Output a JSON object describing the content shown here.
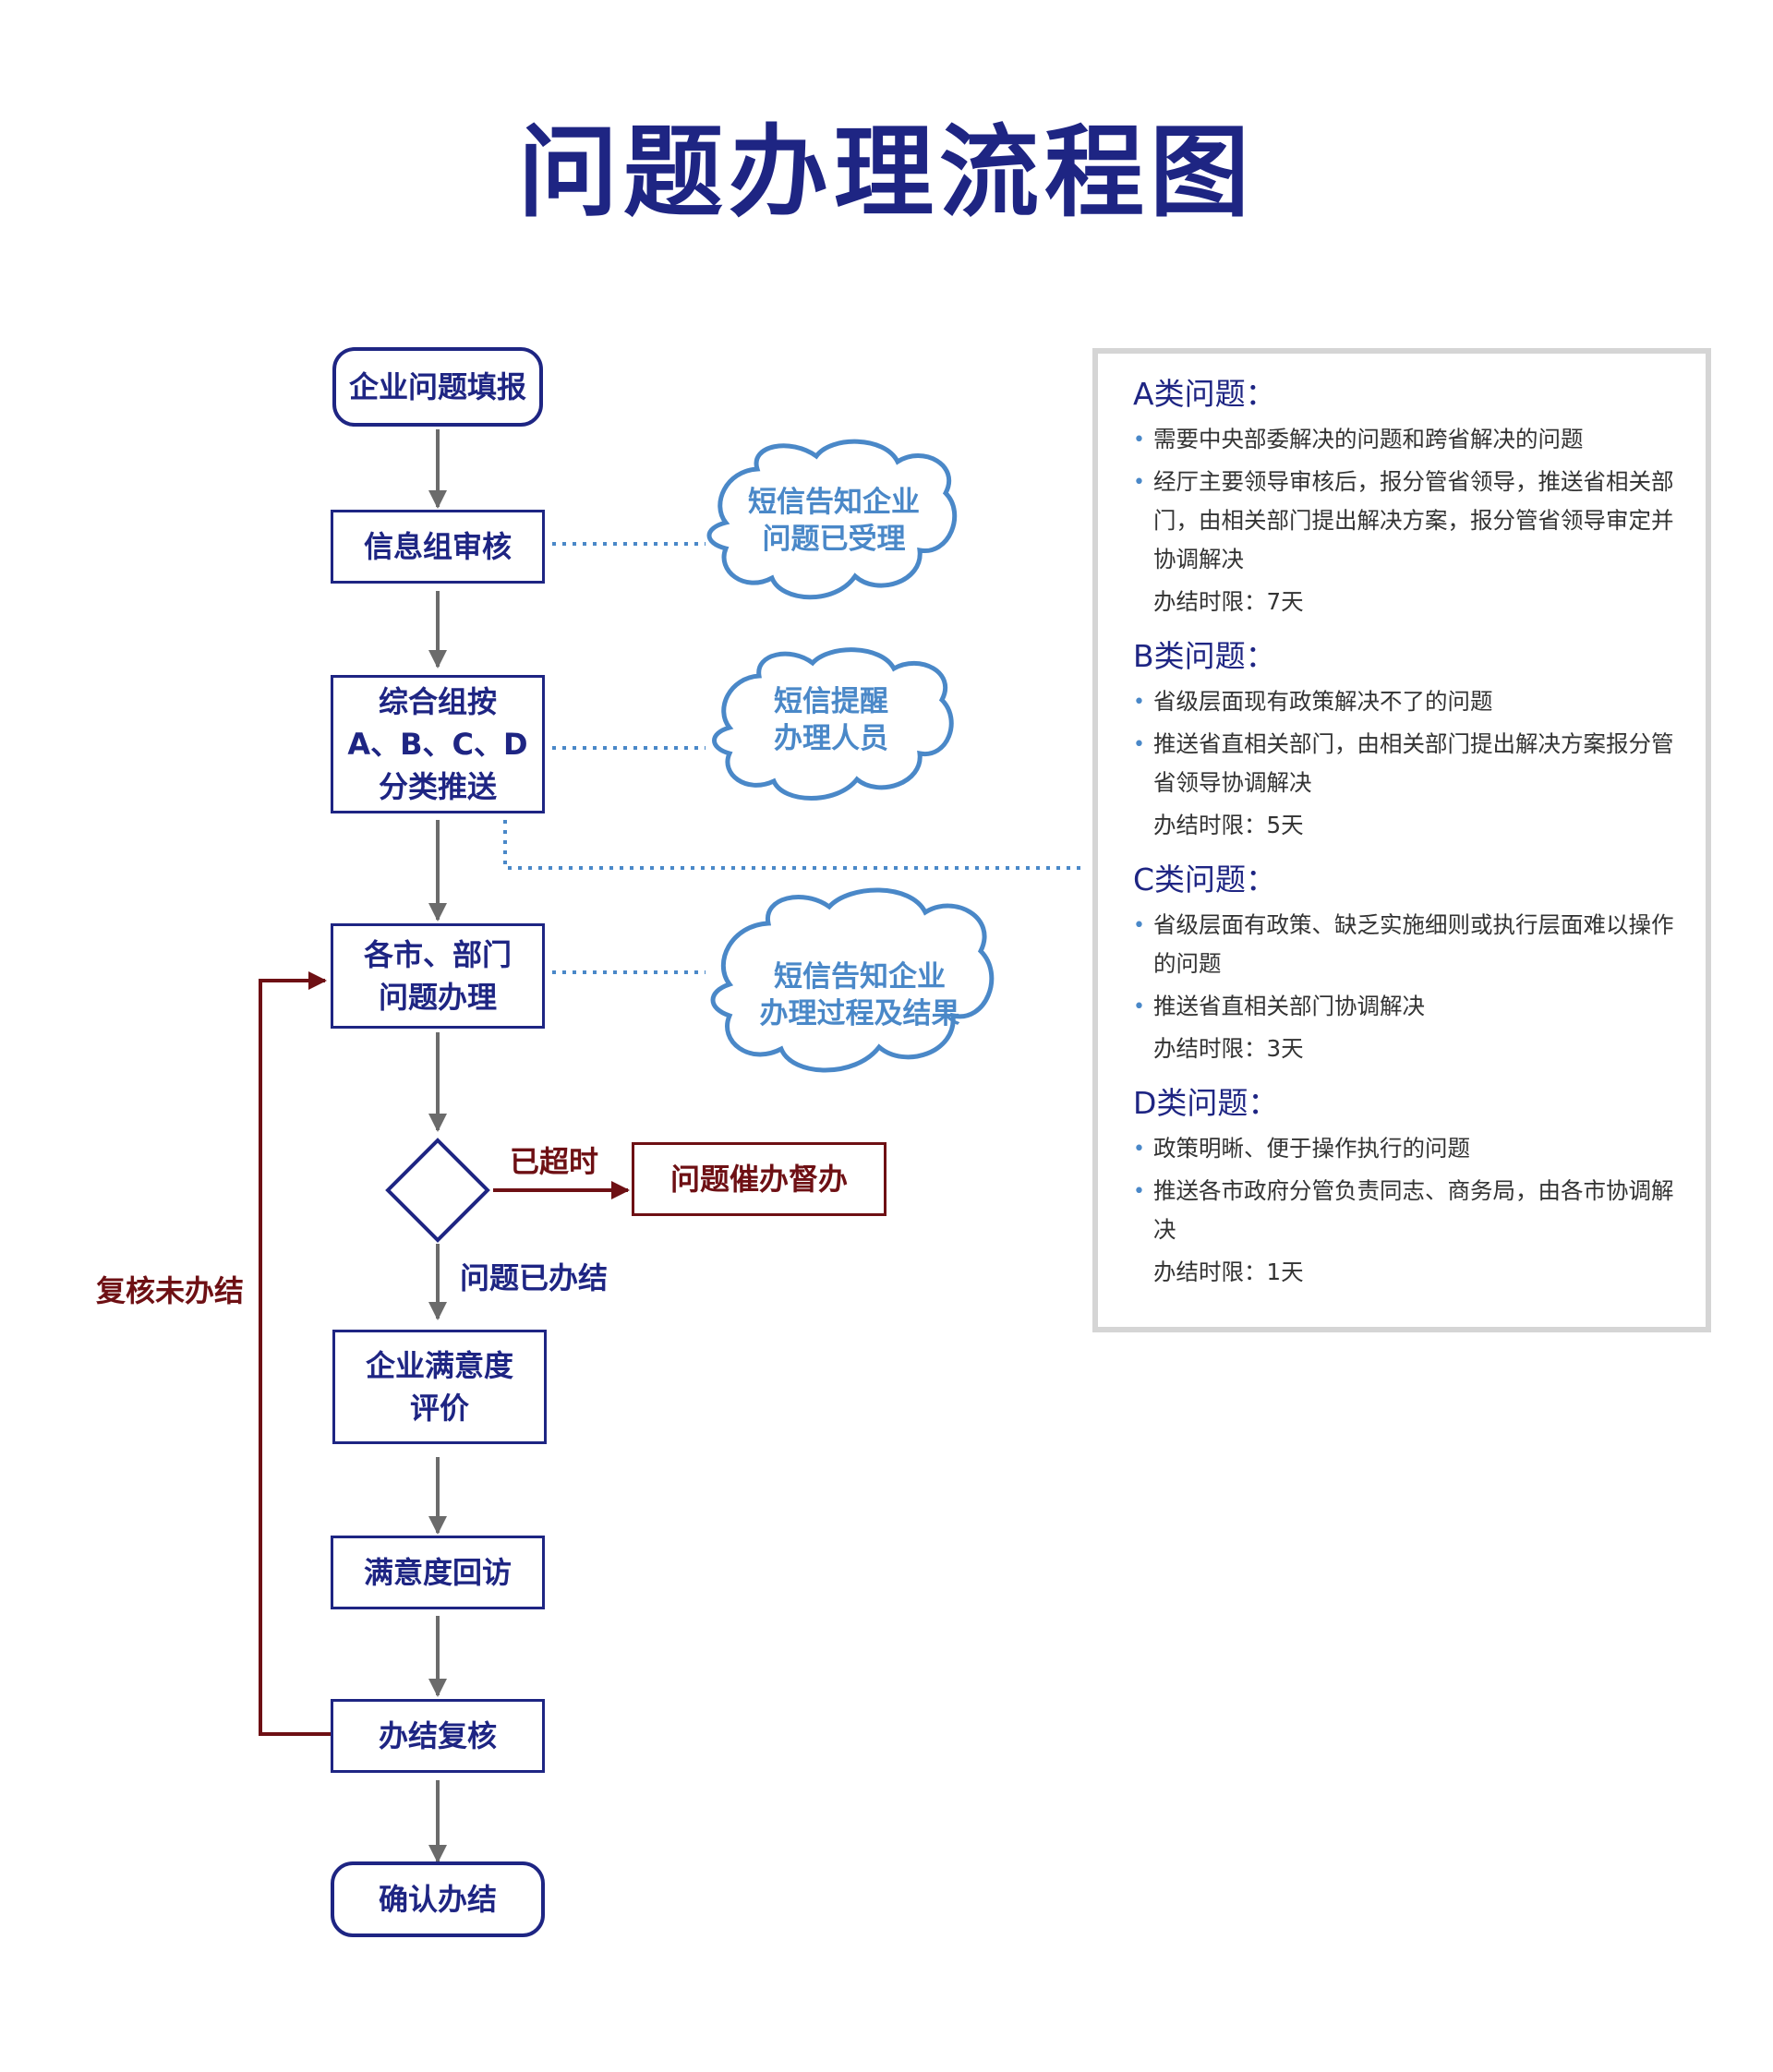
{
  "title": "问题办理流程图",
  "nodes": {
    "start": "企业问题填报",
    "review": "信息组审核",
    "classify": [
      "综合组按",
      "A、B、C、D",
      "分类推送"
    ],
    "handle": [
      "各市、部门",
      "问题办理"
    ],
    "urge": "问题催办督办",
    "evaluate": [
      "企业满意度",
      "评价"
    ],
    "revisit": "满意度回访",
    "recheck": "办结复核",
    "end": "确认办结"
  },
  "clouds": {
    "sms_accepted": [
      "短信告知企业",
      "问题已受理"
    ],
    "sms_remind": [
      "短信提醒",
      "办理人员"
    ],
    "sms_result": [
      "短信告知企业",
      "办理过程及结果"
    ]
  },
  "labels": {
    "overtime": "已超时",
    "resolved": "问题已办结",
    "not_resolved": "复核未办结"
  },
  "categories": [
    {
      "title": "A类问题：",
      "bullets": [
        "需要中央部委解决的问题和跨省解决的问题",
        "经厅主要领导审核后，报分管省领导，推送省相关部门，由相关部门提出解决方案，报分管省领导审定并协调解决"
      ],
      "limit": "办结时限：7天"
    },
    {
      "title": "B类问题：",
      "bullets": [
        "省级层面现有政策解决不了的问题",
        "推送省直相关部门，由相关部门提出解决方案报分管省领导协调解决"
      ],
      "limit": "办结时限：5天"
    },
    {
      "title": "C类问题：",
      "bullets": [
        "省级层面有政策、缺乏实施细则或执行层面难以操作的问题",
        "推送省直相关部门协调解决"
      ],
      "limit": "办结时限：3天"
    },
    {
      "title": "D类问题：",
      "bullets": [
        "政策明晰、便于操作执行的问题",
        "推送各市政府分管负责同志、商务局，由各市协调解决"
      ],
      "limit": "办结时限：1天"
    }
  ],
  "colors": {
    "primary": "#1e2583",
    "accent_red": "#6e1014",
    "cloud_blue": "#4a88c8",
    "arrow_gray": "#6b6b6b",
    "panel_border": "#d5d5d5"
  }
}
